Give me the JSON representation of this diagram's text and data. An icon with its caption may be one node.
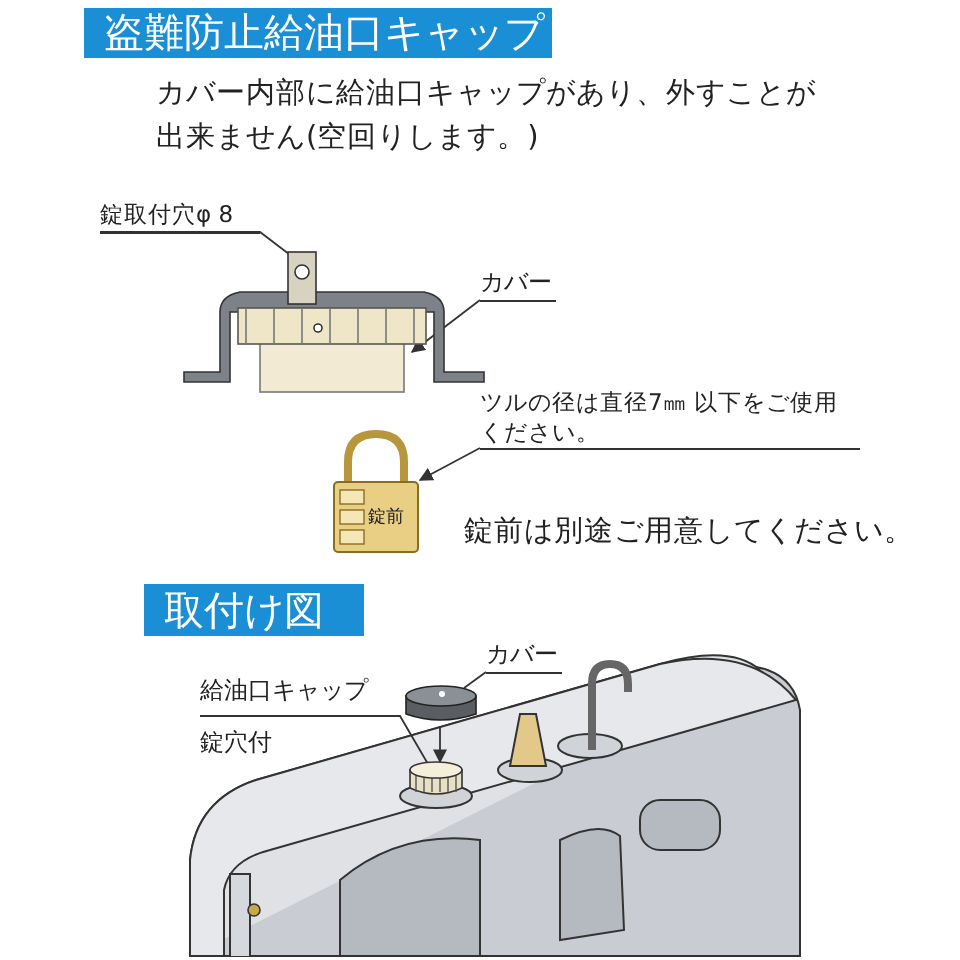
{
  "diagram": {
    "title": "盗難防止給油口キャップ",
    "nodes": [
      {
        "text": [
          "錠取付穴φ 8"
        ]
      },
      {
        "text": [],
        "shape": "picture"
      },
      {
        "text": [
          "カバー"
        ]
      },
      {
        "text": [
          "ツルの径は直径7㎜ 以下をご使用ください。"
        ]
      },
      {
        "text": [
          "錠前"
        ]
      },
      {
        "text": [
          "カバー"
        ]
      },
      {
        "text": [],
        "shape": "cylinder"
      },
      {
        "text": [
          "給油口キャップ",
          "錠穴付"
        ]
      },
      {
        "text": [],
        "shape": "picture"
      }
    ],
    "edges": [
      {
        "from": 0,
        "to": 1,
        "arrow": "none"
      },
      {
        "from": 2,
        "to": 1,
        "arrow": "to"
      },
      {
        "from": 3,
        "to": 4,
        "arrow": "to"
      },
      {
        "from": 5,
        "to": 6,
        "arrow": "none"
      },
      {
        "from": 7,
        "to": 8,
        "arrow": "none"
      },
      {
        "from": 6,
        "to": 8,
        "arrow": "to"
      }
    ],
    "labels": [
      "カバー内部に給油口キャップがあり、外すことが出来ません(空回りします。)",
      "錠前は別途ご用意してください。",
      "取付け図"
    ]
  }
}
